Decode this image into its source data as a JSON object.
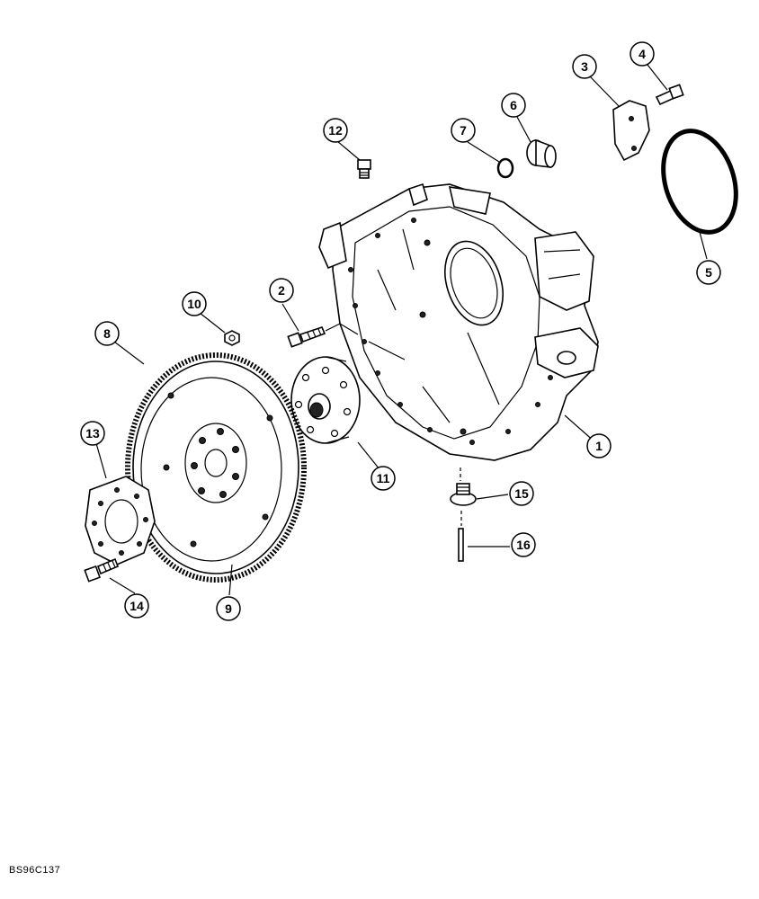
{
  "figure_code": "BS96C137",
  "callouts": [
    {
      "id": "callout-1",
      "label": "1"
    },
    {
      "id": "callout-2",
      "label": "2"
    },
    {
      "id": "callout-3",
      "label": "3"
    },
    {
      "id": "callout-4",
      "label": "4"
    },
    {
      "id": "callout-5",
      "label": "5"
    },
    {
      "id": "callout-6",
      "label": "6"
    },
    {
      "id": "callout-7",
      "label": "7"
    },
    {
      "id": "callout-8",
      "label": "8"
    },
    {
      "id": "callout-9",
      "label": "9"
    },
    {
      "id": "callout-10",
      "label": "10"
    },
    {
      "id": "callout-11",
      "label": "11"
    },
    {
      "id": "callout-12",
      "label": "12"
    },
    {
      "id": "callout-13",
      "label": "13"
    },
    {
      "id": "callout-14",
      "label": "14"
    },
    {
      "id": "callout-15",
      "label": "15"
    },
    {
      "id": "callout-16",
      "label": "16"
    }
  ]
}
